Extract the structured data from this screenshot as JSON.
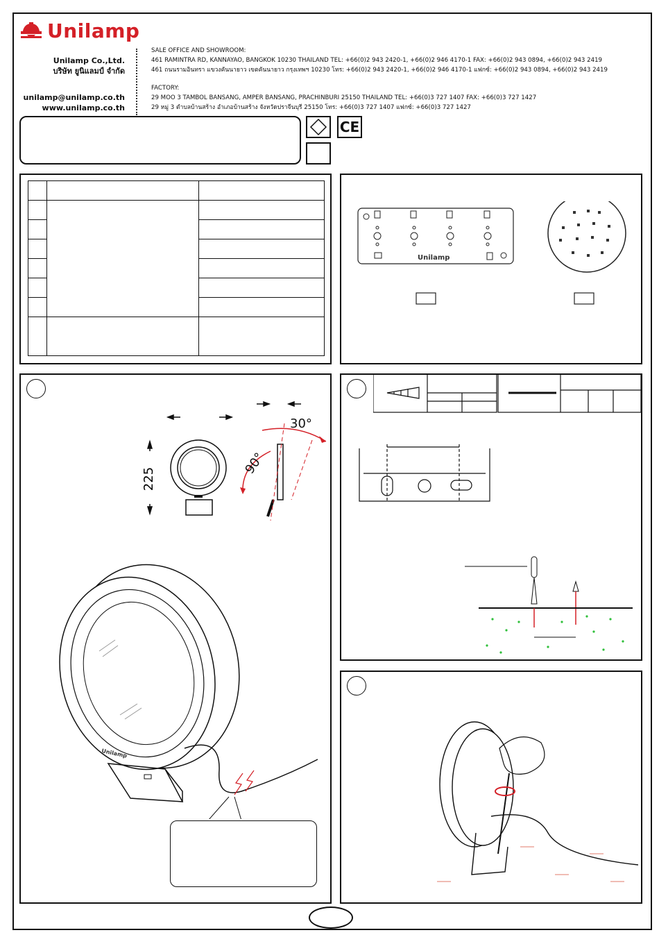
{
  "brand": {
    "name": "Unilamp",
    "color": "#d42027"
  },
  "company": {
    "name_en": "Unilamp Co.,Ltd.",
    "name_th": "บริษัท ยูนิแลมป์ จำกัด",
    "email": "unilamp@unilamp.co.th",
    "website": "www.unilamp.co.th"
  },
  "sale_office": {
    "heading": "SALE OFFICE AND SHOWROOM:",
    "line_en": "461 RAMINTRA RD, KANNAYAO, BANGKOK 10230 THAILAND TEL: +66(0)2 943 2420-1, +66(0)2 946 4170-1 FAX: +66(0)2 943 0894, +66(0)2 943 2419",
    "line_th": "461 ถนนรามอินทรา แขวงคันนายาว เขตคันนายาว กรุงเทพฯ 10230  โทร: +66(0)2 943 2420-1, +66(0)2 946 4170-1 แฟกซ์: +66(0)2 943 0894, +66(0)2 943 2419"
  },
  "factory": {
    "heading": "FACTORY:",
    "line_en": "29 MOO 3 TAMBOL BANSANG, AMPER BANSANG, PRACHINBURI 25150 THAILAND TEL: +66(0)3 727 1407 FAX: +66(0)3 727 1427",
    "line_th": "29 หมู่ 3 ตำบลบ้านสร้าง อำเภอบ้านสร้าง จังหวัดปราจีนบุรี  25150  โทร: +66(0)3 727 1407 แฟกซ์: +66(0)3 727 1427"
  },
  "marks": {
    "ce": "CE"
  },
  "board_label": "Unilamp",
  "lamp_label": "Unilamp",
  "dimensions": {
    "height": "225",
    "angle_tilt": "30°",
    "angle_rotate": "90°"
  },
  "colors": {
    "red": "#d42027",
    "green": "#2fbf3a",
    "salmon": "#e07a6a"
  }
}
